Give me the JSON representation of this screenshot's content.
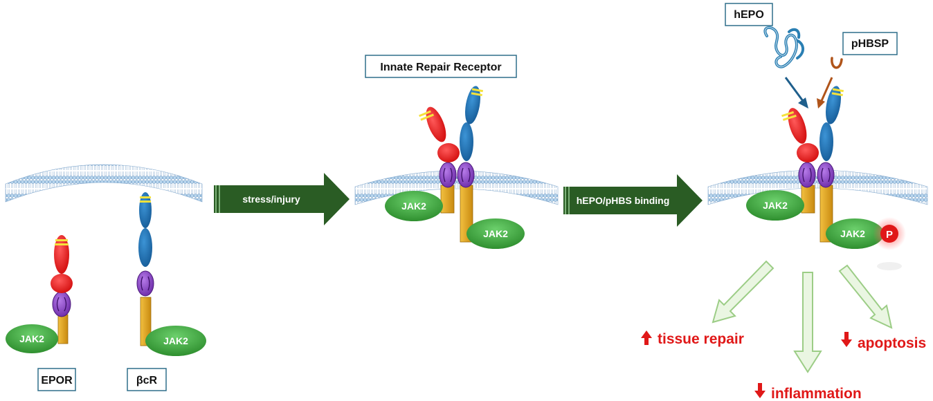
{
  "labels": {
    "epor": "EPOR",
    "bcr": "βcR",
    "innate_repair_receptor": "Innate Repair Receptor",
    "hepo": "hEPO",
    "phbsp": "pHBSP",
    "jak2": "JAK2",
    "p": "P"
  },
  "arrows": {
    "stress": "stress/injury",
    "binding": "hEPO/pHBS binding"
  },
  "outcomes": {
    "tissue_repair": "tissue repair",
    "apoptosis": "apoptosis",
    "inflammation": "inflammation"
  },
  "colors": {
    "membrane": "#a8c9e6",
    "membrane_stroke": "#5e8fbf",
    "epo_chain_red": "#e81818",
    "bcr_blue": "#1f6fb2",
    "cbm_purple": "#8a3fc9",
    "stalk_orange": "#e0a21d",
    "jak2_green": "#3aa53a",
    "big_arrow_green": "#2a5c24",
    "outcome_arrow": "#b8e0a4",
    "outcome_text": "#e01818",
    "phospho": "#e01818",
    "box_border": "#2f6e8a"
  }
}
